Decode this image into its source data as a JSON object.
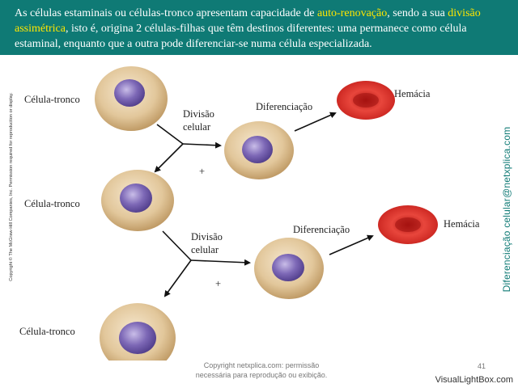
{
  "header": {
    "segments": [
      {
        "text": "As células estaminais ou células-tronco apresentam capacidade de ",
        "highlight": false
      },
      {
        "text": "auto-renovação",
        "highlight": true
      },
      {
        "text": ", sendo a sua ",
        "highlight": false
      },
      {
        "text": "divisão assimétrica",
        "highlight": true
      },
      {
        "text": ", isto é, origina 2 células-filhas que têm destinos diferentes: uma permanece como célula estaminal, enquanto que a outra pode diferenciar-se numa célula especializada.",
        "highlight": false
      }
    ]
  },
  "labels": {
    "stem_cell": "Célula-tronco",
    "division_line1": "Divisão",
    "division_line2": "celular",
    "differentiation": "Diferenciação",
    "red_cell": "Hemácia",
    "plus": "+"
  },
  "side": {
    "copyright_left": "Copyright © The McGraw-Hill Companies, Inc. Permission required for reproduction or display.",
    "vertical_credit": "Diferenciação celular@netxplica.com"
  },
  "footer": {
    "copyright_line1": "Copyright netxplica.com: permissão",
    "copyright_line2": "necessária para reprodução ou exibição.",
    "page_number": "41",
    "watermark": "VisualLightBox.com"
  },
  "colors": {
    "header_bg": "#0f7a75",
    "highlight": "#ffe600",
    "cell_body": "#d8b98a",
    "nucleus": "#6e5aa8",
    "red_cell": "#d42b28"
  }
}
